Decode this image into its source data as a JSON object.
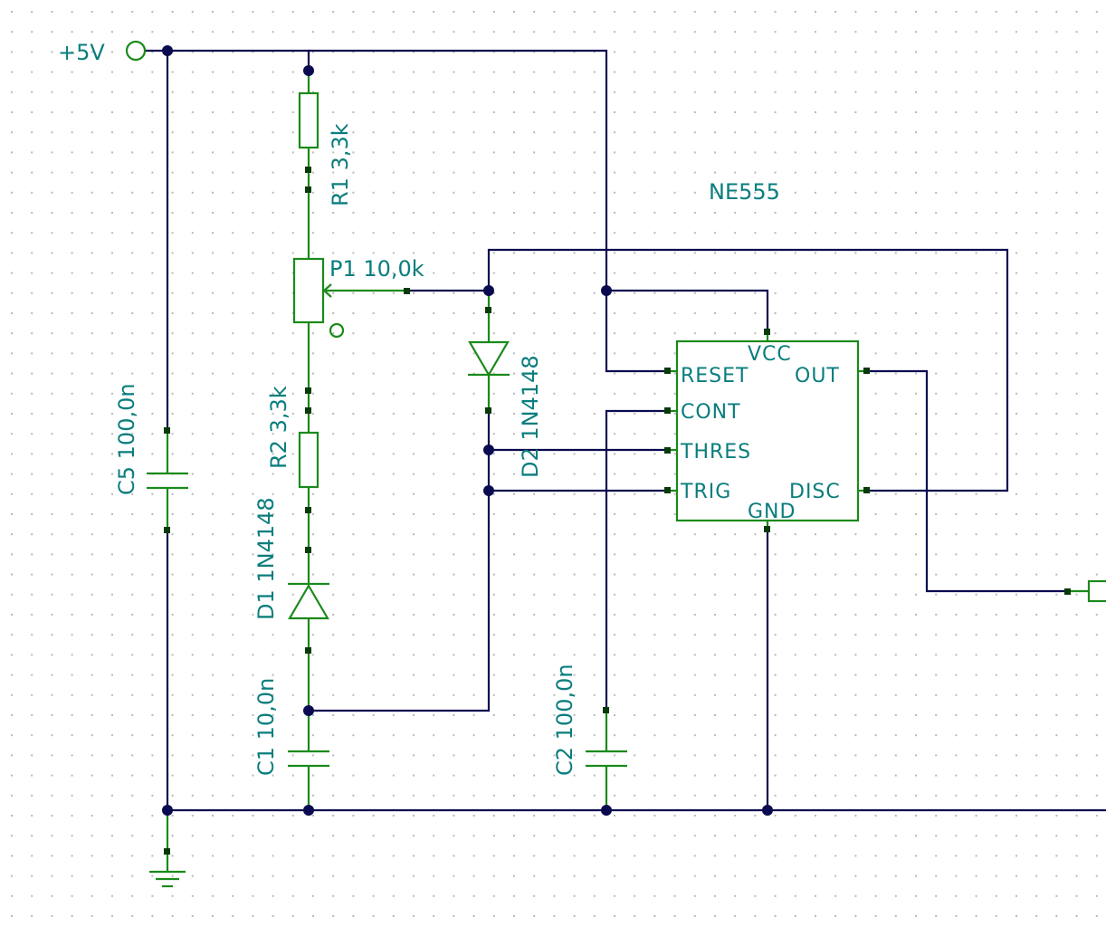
{
  "colors": {
    "wire": "#0a0a50",
    "component": "#1a8a1a",
    "label": "#0a7d7d",
    "grid_dot": "#b8b8b8",
    "background": "#ffffff"
  },
  "labels": {
    "supply": "+5V",
    "ic_name": "NE555",
    "r1": "R1 3,3k",
    "p1": "P1 10,0k",
    "r2": "R2 3,3k",
    "d1": "D1 1N4148",
    "d2": "D2 1N4148",
    "c1": "C1 10,0n",
    "c2": "C2 100,0n",
    "c5": "C5 100,0n"
  },
  "ic_pins": {
    "vcc": "VCC",
    "reset": "RESET",
    "out": "OUT",
    "cont": "CONT",
    "thres": "THRES",
    "trig": "TRIG",
    "disc": "DISC",
    "gnd": "GND"
  },
  "icons": {
    "ground": "ground-symbol-icon",
    "supply_terminal": "open-circle-terminal-icon",
    "output_connector": "connector-icon"
  }
}
